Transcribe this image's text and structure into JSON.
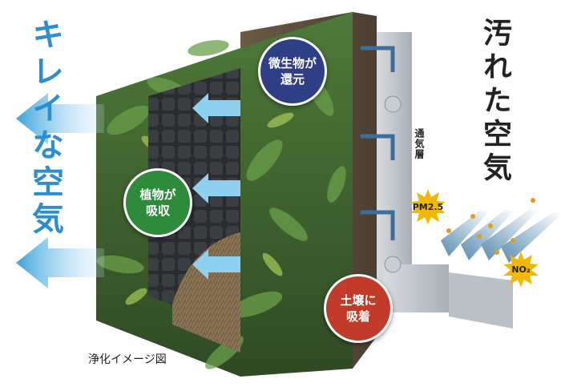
{
  "labels": {
    "clean_air": "キレイな空気",
    "dirty_air": "汚れた空気",
    "microbe": "微生物が\n還元",
    "plant": "植物が\n吸収",
    "soil": "土壌に\n吸着",
    "air_layer": "通気層",
    "pm": "PM2.5",
    "no2": "NO₂",
    "caption": "浄化イメージ図"
  },
  "colors": {
    "clean_blue": "#2a8fd0",
    "arrow_blue": "#8fd0f0",
    "microbe_circle": "#2f3f86",
    "plant_circle": "#2e8b3c",
    "soil_circle": "#c23a2a",
    "pollutant_badge": "#f2b800"
  }
}
